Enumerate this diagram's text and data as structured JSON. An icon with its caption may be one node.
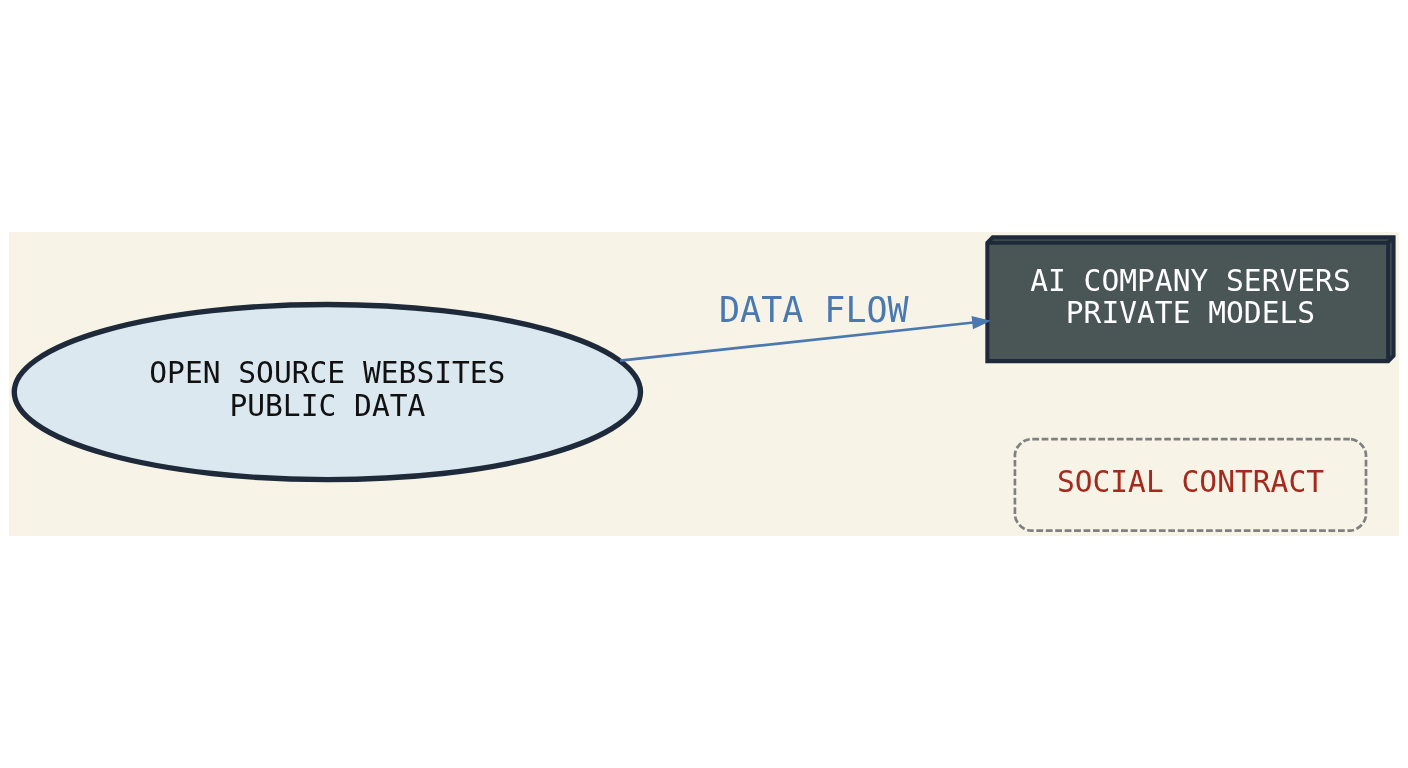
{
  "diagram": {
    "nodes": [
      {
        "text": [
          "OPEN SOURCE WEBSITES",
          "PUBLIC DATA"
        ]
      },
      {
        "text": [
          "AI COMPANY SERVERS",
          "PRIVATE MODELS"
        ]
      },
      {
        "text": [
          "SOCIAL CONTRACT"
        ]
      }
    ],
    "edges": [
      {
        "from": 0,
        "to": 1,
        "arrow": "to",
        "label": "DATA FLOW",
        "color": "#4a78b0"
      }
    ]
  }
}
